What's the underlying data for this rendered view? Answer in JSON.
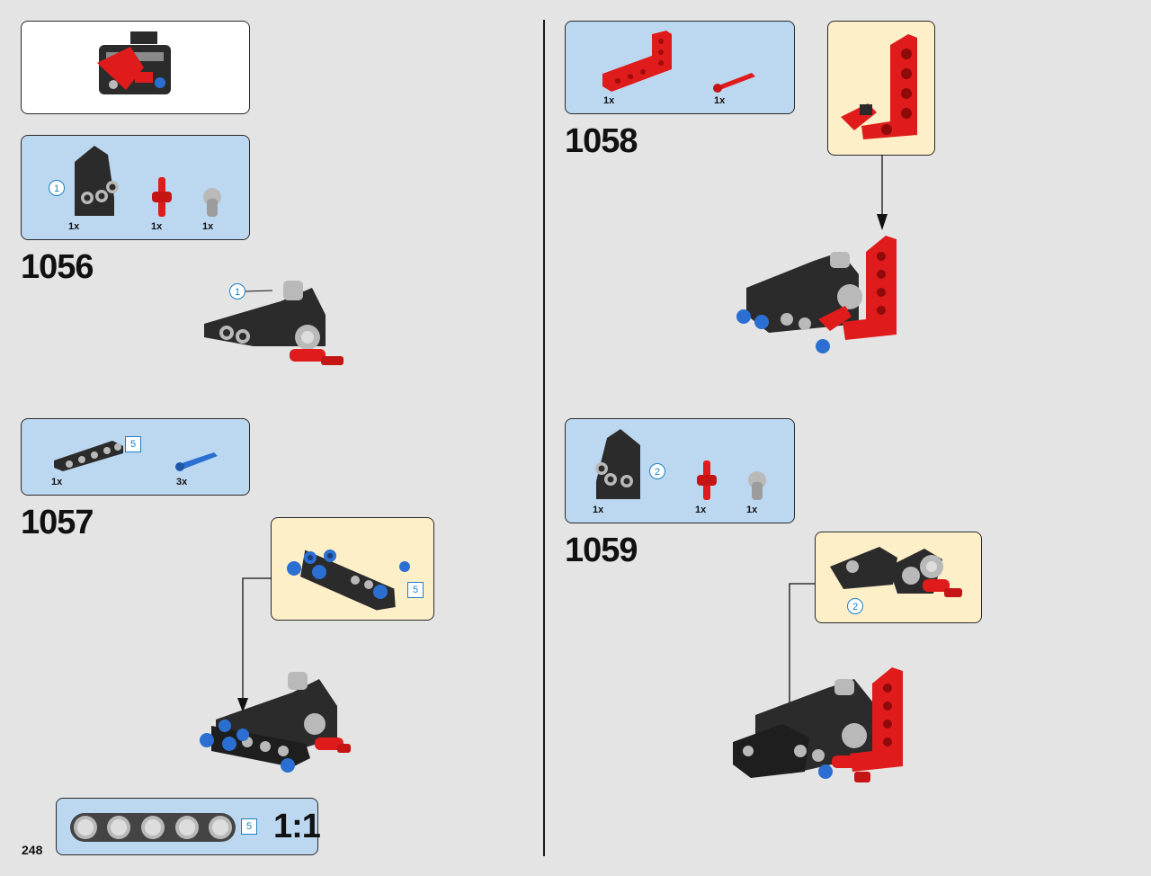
{
  "page": {
    "number": "248"
  },
  "steps": [
    {
      "number": "1056",
      "parts": [
        {
          "qty": "1x",
          "callout": "1"
        },
        {
          "qty": "1x"
        },
        {
          "qty": "1x"
        }
      ],
      "model_callout": "1"
    },
    {
      "number": "1057",
      "parts": [
        {
          "qty": "1x",
          "callout": "5"
        },
        {
          "qty": "3x"
        }
      ],
      "subassembly_callout": "5"
    },
    {
      "number": "1058",
      "parts": [
        {
          "qty": "1x"
        },
        {
          "qty": "1x"
        }
      ]
    },
    {
      "number": "1059",
      "parts": [
        {
          "qty": "1x",
          "callout": "2"
        },
        {
          "qty": "1x"
        },
        {
          "qty": "1x"
        }
      ],
      "subassembly_callout": "2"
    }
  ],
  "scale_reference": {
    "beam_length": "5",
    "ratio": "1:1"
  },
  "colors": {
    "page_bg": "#e4e4e4",
    "parts_panel": "#bcd8f1",
    "subassembly_panel": "#fdefc8",
    "callout": "#1e7fc2",
    "red_part": "#e01b1b",
    "blue_part": "#2a6fd1",
    "black_part": "#2b2b2b",
    "gray_part": "#b9b9b9"
  }
}
